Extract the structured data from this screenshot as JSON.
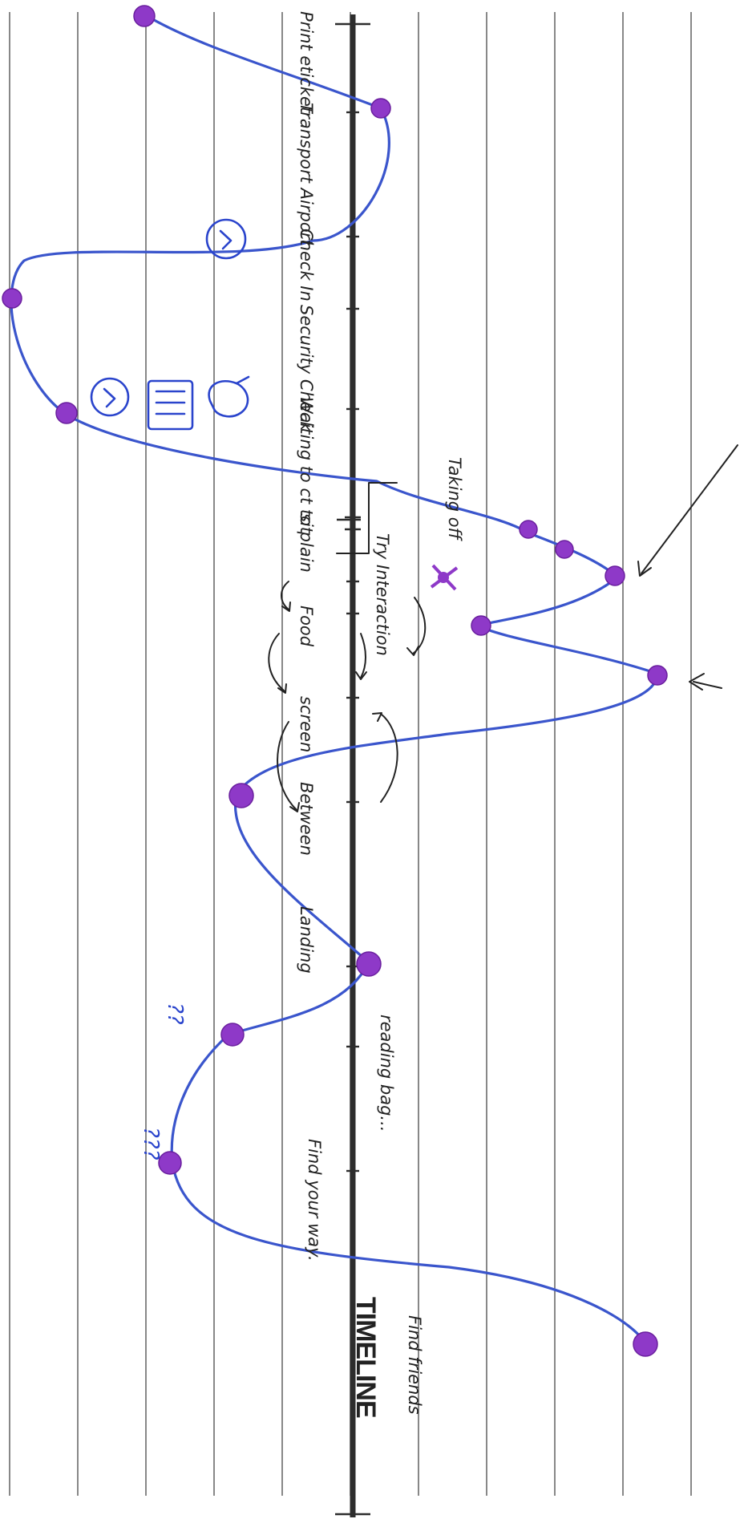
{
  "title": "TIMELINE",
  "steps": [
    "Print eticket",
    "Transport Airport",
    "Check In",
    "Security Check",
    "Waiting to ct to plain",
    "Taking off",
    "sit",
    "Try Interaction",
    "Food",
    "screen",
    "Between",
    "Landing",
    "reading bag...",
    "Find your way.",
    "Find friends"
  ],
  "annotations": {
    "question_marks_1": "??",
    "question_marks_2": "???"
  },
  "colors": {
    "curve": "#3a55cc",
    "dots": "#8e39c8",
    "ink": "#222222",
    "ruled_lines": "#555555"
  }
}
